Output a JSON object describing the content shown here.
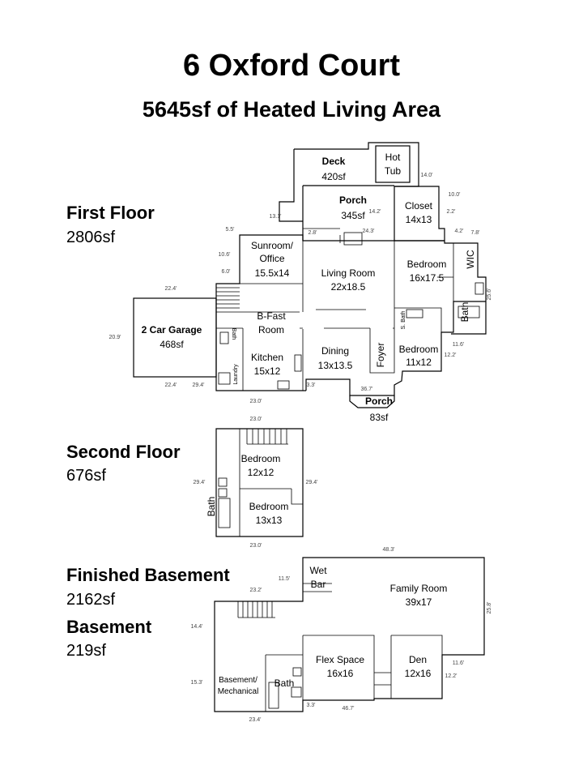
{
  "title": "6 Oxford Court",
  "subtitle": "5645sf of Heated Living Area",
  "floors": [
    {
      "label": "First Floor",
      "area": "2806sf"
    },
    {
      "label": "Second Floor",
      "area": "676sf"
    },
    {
      "label": "Finished Basement",
      "area": "2162sf"
    },
    {
      "label": "Basement",
      "area": "219sf"
    }
  ],
  "first_floor": {
    "deck": {
      "name": "Deck",
      "size": "420sf"
    },
    "hot_tub": {
      "line1": "Hot",
      "line2": "Tub"
    },
    "porch_back": {
      "name": "Porch",
      "size": "345sf"
    },
    "closet": {
      "name": "Closet",
      "size": "14x13"
    },
    "sunroom": {
      "line1": "Sunroom/",
      "line2": "Office",
      "size": "15.5x14"
    },
    "living_room": {
      "name": "Living Room",
      "size": "22x18.5"
    },
    "master_bedroom": {
      "name": "Bedroom",
      "size": "16x17.5"
    },
    "wic": "WIC",
    "master_bath": "Bath",
    "garage": {
      "name": "2 Car Garage",
      "size": "468sf"
    },
    "bfast": {
      "line1": "B-Fast",
      "line2": "Room"
    },
    "kitchen": {
      "name": "Kitchen",
      "size": "15x12"
    },
    "half_bath": "Bath",
    "laundry": "Laundry",
    "dining": {
      "name": "Dining",
      "size": "13x13.5"
    },
    "foyer": "Foyer",
    "bedroom2": {
      "name": "Bedroom",
      "size": "11x12"
    },
    "s_bath": "S. Bath",
    "porch_front": {
      "name": "Porch",
      "size": "83sf"
    },
    "dims": {
      "d14_0": "14.0'",
      "d13_1": "13.1'",
      "d10_0": "10.0'",
      "d14_2": "14.2'",
      "d2_2": "2.2'",
      "d5_5": "5.5'",
      "d2_8": "2.8'",
      "d24_3": "24.3'",
      "d4_2": "4.2'",
      "d7_8": "7.8'",
      "d10_6": "10.6'",
      "d6_0": "6.0'",
      "d22_4a": "22.4'",
      "d25_6": "25.6'",
      "d20_9": "20.9'",
      "d11_6": "11.6'",
      "d12_2": "12.2'",
      "d22_4b": "22.4'",
      "d29_4": "29.4'",
      "d3_3": "3.3'",
      "d36_7": "36.7'",
      "d23_0": "23.0'"
    }
  },
  "second_floor": {
    "bedroom_a": {
      "name": "Bedroom",
      "size": "12x12"
    },
    "bedroom_b": {
      "name": "Bedroom",
      "size": "13x13"
    },
    "bath": "Bath",
    "dims": {
      "top": "23.0'",
      "left": "29.4'",
      "right": "29.4'",
      "bottom": "23.0'"
    }
  },
  "basement": {
    "wet_bar": {
      "line1": "Wet",
      "line2": "Bar"
    },
    "family_room": {
      "name": "Family Room",
      "size": "39x17"
    },
    "flex_space": {
      "name": "Flex Space",
      "size": "16x16"
    },
    "den": {
      "name": "Den",
      "size": "12x16"
    },
    "mechanical": {
      "line1": "Basement/",
      "line2": "Mechanical"
    },
    "bath": "Bath",
    "dims": {
      "d48_3": "48.3'",
      "d11_5": "11.5'",
      "d23_2": "23.2'",
      "d25_8": "25.8'",
      "d14_4": "14.4'",
      "d11_6": "11.6'",
      "d12_2": "12.2'",
      "d15_3": "15.3'",
      "d3_3": "3.3'",
      "d46_7": "46.7'",
      "d23_4": "23.4'"
    }
  }
}
